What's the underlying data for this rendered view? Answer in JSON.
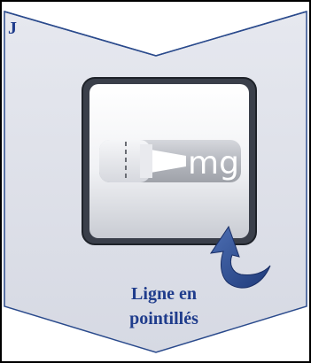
{
  "step": {
    "letter": "J"
  },
  "illustration": {
    "unit_label": "mg"
  },
  "caption": {
    "line1": "Ligne en",
    "line2": "pointillés"
  },
  "colors": {
    "panel_fill": "#dcdfe8",
    "panel_stroke": "#2a4a8c",
    "caption_text": "#1f3c8c",
    "arrow_fill": "#2f4f96",
    "border": "#000000"
  },
  "icons": {
    "arrow": "curved-arrow-icon",
    "dial": "dose-dial-icon"
  }
}
